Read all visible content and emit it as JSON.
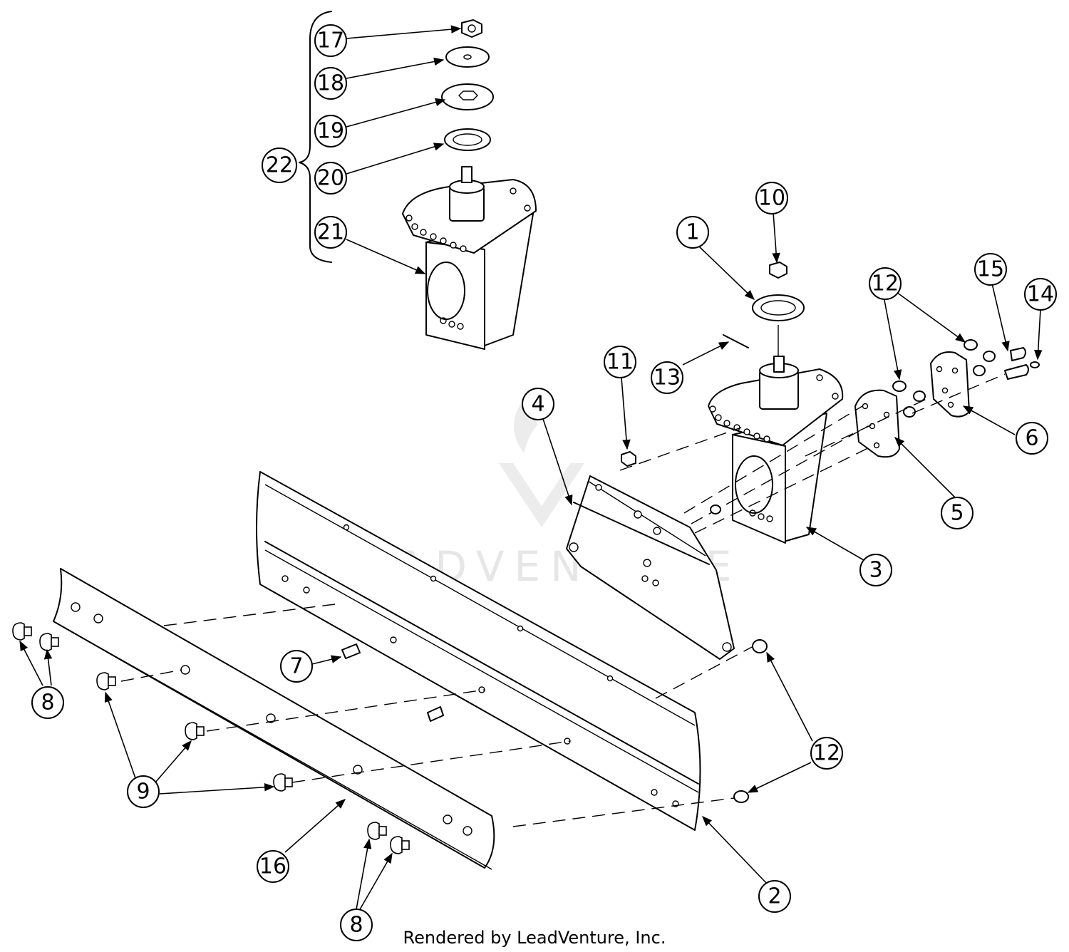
{
  "footer": "Rendered by LeadVenture, Inc.",
  "watermark": "LEADVENTURE",
  "callouts": [
    "1",
    "2",
    "3",
    "4",
    "5",
    "6",
    "7",
    "8",
    "9",
    "10",
    "11",
    "12",
    "13",
    "14",
    "15",
    "16",
    "17",
    "18",
    "19",
    "20",
    "21",
    "22"
  ]
}
